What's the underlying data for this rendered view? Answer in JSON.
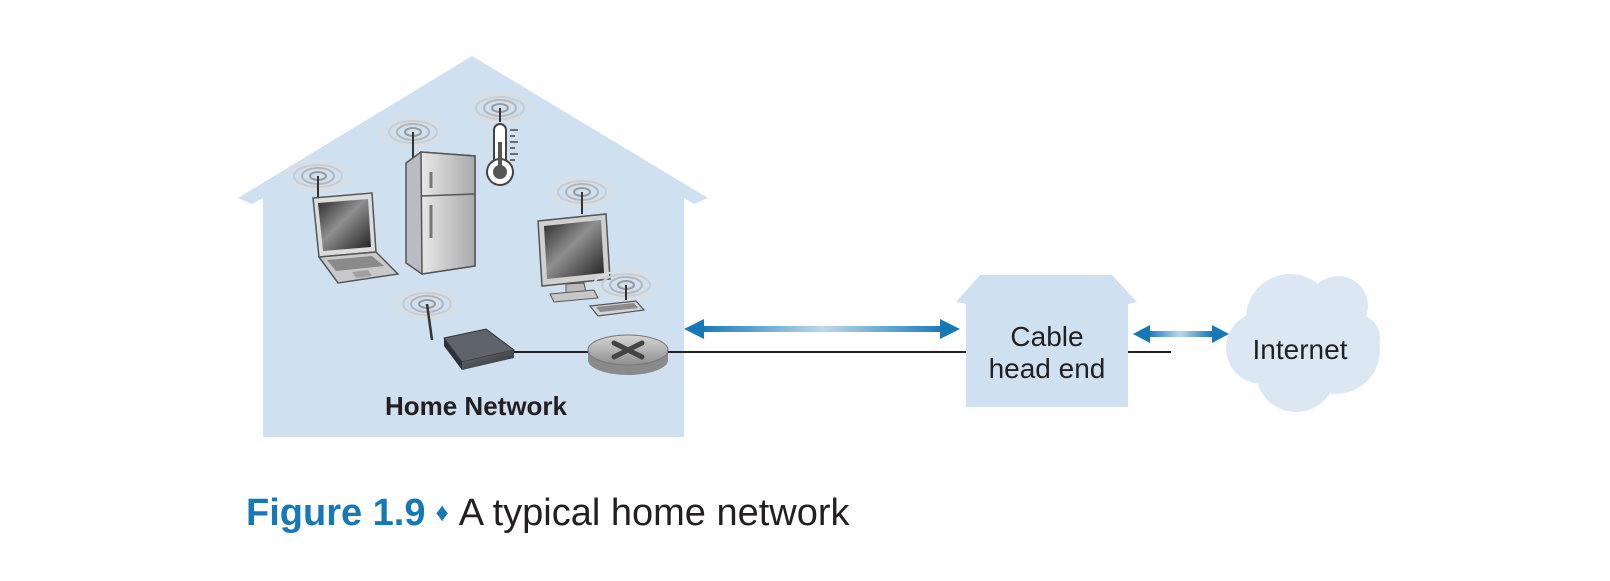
{
  "diagram": {
    "home_label": "Home Network",
    "cable_label_line1": "Cable",
    "cable_label_line2": "head end",
    "internet_label": "Internet",
    "colors": {
      "house_fill": "#cfe1f0",
      "arrow": "#1778b8",
      "cloud": "#dbe8f3",
      "line": "#231f20"
    },
    "devices": [
      "laptop-icon",
      "refrigerator-icon",
      "thermometer-icon",
      "desktop-monitor-icon",
      "keyboard-icon",
      "cable-modem-icon",
      "router-icon",
      "wireless-signal-icon"
    ]
  },
  "caption": {
    "figure": "Figure 1.9",
    "separator": "♦",
    "text": "A typical home network"
  }
}
